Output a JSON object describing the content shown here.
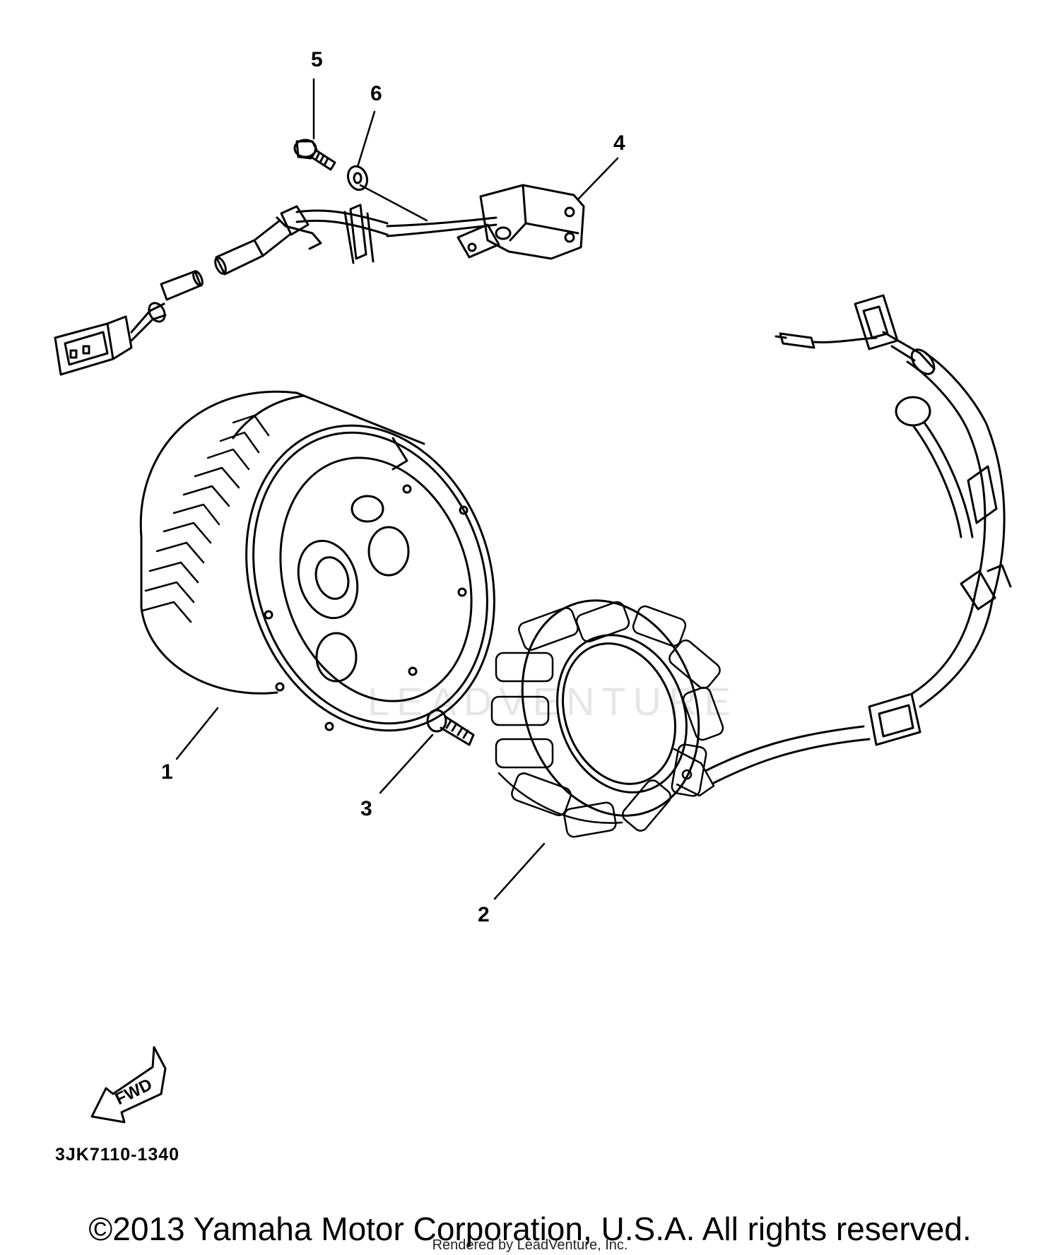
{
  "callouts": {
    "c1": "1",
    "c2": "2",
    "c3": "3",
    "c4": "4",
    "c5": "5",
    "c6": "6"
  },
  "fwd_label": "FWD",
  "part_code": "3JK7110-1340",
  "copyright": "©2013 Yamaha Motor Corporation, U.S.A. All rights reserved.",
  "rendered_by": "Rendered by LeadVenture, Inc.",
  "watermark": "LEADVENTURE",
  "colors": {
    "ink": "#000000",
    "paper": "#ffffff",
    "watermark": "#e6e6e6"
  }
}
